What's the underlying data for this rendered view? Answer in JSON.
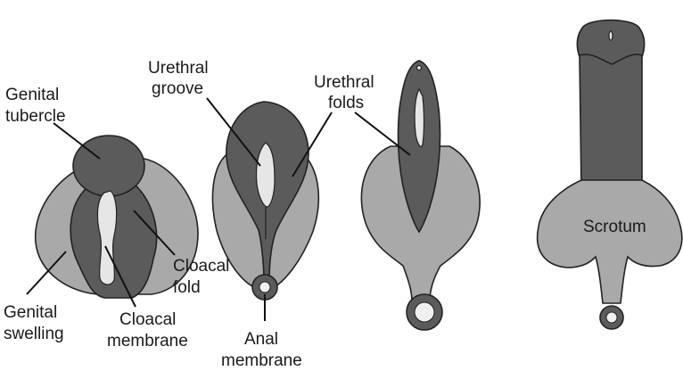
{
  "labels": {
    "genital_tubercle": [
      "Genital",
      "tubercle"
    ],
    "urethral_groove": [
      "Urethral",
      "groove"
    ],
    "urethral_folds": [
      "Urethral",
      "folds"
    ],
    "cloacal_fold": [
      "Cloacal",
      "fold"
    ],
    "genital_swelling": [
      "Genital",
      "swelling"
    ],
    "cloacal_membrane": [
      "Cloacal",
      "membrane"
    ],
    "anal_membrane": [
      "Anal",
      "membrane"
    ],
    "scrotum": "Scrotum"
  },
  "colors": {
    "light_tissue": "#a9a9a9",
    "dark_tissue": "#5b5b5b",
    "membrane": "#e6e6e6",
    "outline": "#222222"
  }
}
